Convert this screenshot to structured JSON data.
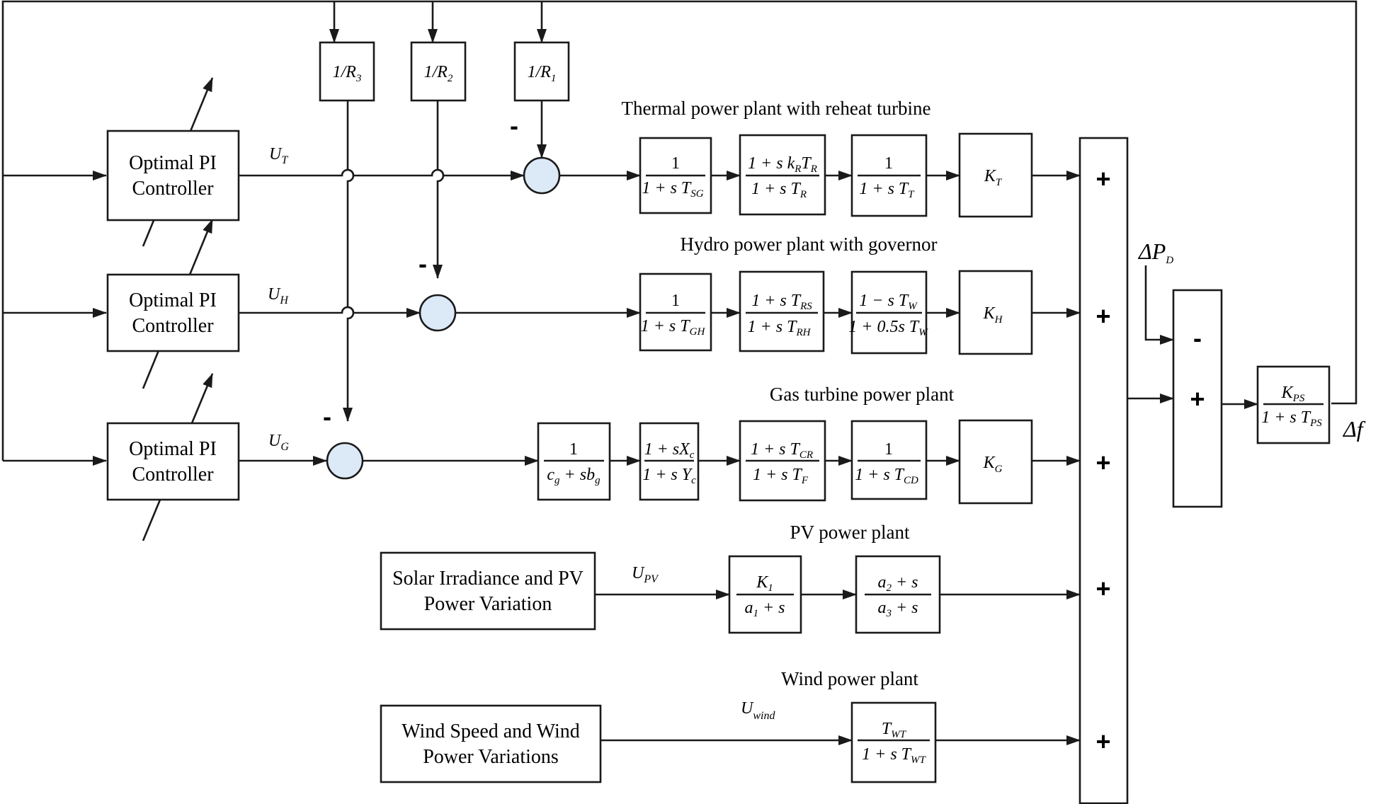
{
  "controllers": {
    "thermal": {
      "line1": "Optimal PI",
      "line2": "Controller"
    },
    "hydro": {
      "line1": "Optimal PI",
      "line2": "Controller"
    },
    "gas": {
      "line1": "Optimal PI",
      "line2": "Controller"
    }
  },
  "droop": {
    "r3": "1/R",
    "r3_sub": "3",
    "r2": "1/R",
    "r2_sub": "2",
    "r1": "1/R",
    "r1_sub": "1"
  },
  "signals": {
    "ut": "U",
    "ut_sub": "T",
    "uh": "U",
    "uh_sub": "H",
    "ug": "U",
    "ug_sub": "G",
    "upv": "U",
    "upv_sub": "PV",
    "uwind": "U",
    "uwind_sub": "wind"
  },
  "titles": {
    "thermal": "Thermal power plant with reheat  turbine",
    "hydro": "Hydro power plant with governor",
    "gas": "Gas turbine power plant",
    "pv": "PV power plant",
    "wind": "Wind power plant"
  },
  "sources": {
    "pv": {
      "line1": "Solar Irradiance and PV",
      "line2": "Power Variation"
    },
    "wind": {
      "line1": "Wind Speed and Wind",
      "line2": "Power Variations"
    }
  },
  "minus_signs": {
    "thermal": "-",
    "hydro": "-",
    "gas": "-"
  },
  "gains": {
    "kt": "K",
    "kt_sub": "T",
    "kh": "K",
    "kh_sub": "H",
    "kg": "K",
    "kg_sub": "G"
  },
  "summer": {
    "plus1": "+",
    "plus2": "+",
    "plus3": "+",
    "plus4": "+",
    "plus5": "+"
  },
  "final_sum": {
    "minus": "-",
    "plus": "+"
  },
  "power_system": {
    "num": "K",
    "num_sub": "PS",
    "den_pre": "1 + s T",
    "den_sub": "PS"
  },
  "disturbance": {
    "label": "ΔP",
    "sub": "D"
  },
  "output": {
    "label": "Δf"
  },
  "transfer_functions": {
    "tsg": {
      "num": "1",
      "den": "1 + s T",
      "den_sub": "SG"
    },
    "reheat": {
      "num": "1 + s k",
      "num_sub1": "R",
      "num_mid": "T",
      "num_sub2": "R",
      "den": "1 + s T",
      "den_sub": "R"
    },
    "tt": {
      "num": "1",
      "den": "1 + s T",
      "den_sub": "T"
    },
    "tgh": {
      "num": "1",
      "den": "1 + s T",
      "den_sub": "GH"
    },
    "trs": {
      "num": "1 + s T",
      "num_sub": "RS",
      "den": "1 + s T",
      "den_sub": "RH"
    },
    "tw": {
      "num": "1 − s T",
      "num_sub": "W",
      "den": "1 + 0.5s T",
      "den_sub": "W"
    },
    "cg": {
      "num": "1",
      "den_a": "c",
      "den_a_sub": "g",
      "den_b": " + sb",
      "den_b_sub": "g"
    },
    "xc": {
      "num": "1 + sX",
      "num_sub": "c",
      "den": "1 + s Y",
      "den_sub": "c"
    },
    "tcr": {
      "num": "1 + s T",
      "num_sub": "CR",
      "den": "1 + s T",
      "den_sub": "F"
    },
    "tcd": {
      "num": "1",
      "den": "1 + s T",
      "den_sub": "CD"
    },
    "k1": {
      "num": "K",
      "num_sub": "1",
      "den_a": "a",
      "den_a_sub": "1",
      "den_b": " + s"
    },
    "a2": {
      "num_a": "a",
      "num_a_sub": "2",
      "num_b": " + s",
      "den_a": "a",
      "den_a_sub": "3",
      "den_b": " + s"
    },
    "twt": {
      "num": "T",
      "num_sub": "WT",
      "den": "1 + s T",
      "den_sub": "WT"
    }
  },
  "colors": {
    "line": "#1a1a1a",
    "summing_fill": "#dce9f7",
    "background": "#ffffff"
  }
}
